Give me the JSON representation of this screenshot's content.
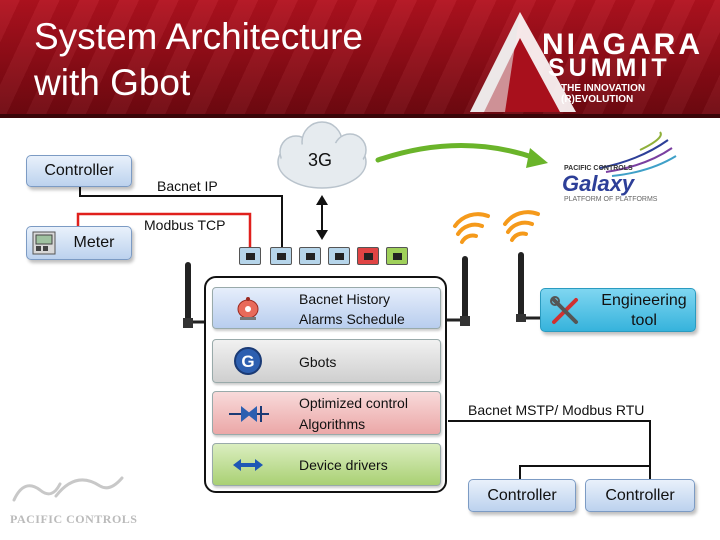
{
  "header": {
    "title_line1": "System Architecture",
    "title_line2": "with Gbot",
    "brand_line1": "NIAGARA",
    "brand_line2": "SUMMIT",
    "brand_tagline": "THE INNOVATION (R)EVOLUTION"
  },
  "cloud": {
    "label": "3G"
  },
  "devices": {
    "controller_top": "Controller",
    "meter": "Meter",
    "controller_bottom_left": "Controller",
    "controller_bottom_right": "Controller"
  },
  "links": {
    "bacnet_ip": "Bacnet IP",
    "modbus_tcp": "Modbus TCP",
    "bacnet_mstp": "Bacnet MSTP/ Modbus RTU"
  },
  "gbot_modules": [
    {
      "line1": "Bacnet History",
      "line2": "Alarms Schedule",
      "icon": "alarm-bell-icon"
    },
    {
      "line1": "Gbots",
      "line2": "",
      "icon": "gbot-logo-icon"
    },
    {
      "line1": "Optimized control",
      "line2": "Algorithms",
      "icon": "control-algorithm-icon"
    },
    {
      "line1": "Device drivers",
      "line2": "",
      "icon": "double-arrow-icon"
    }
  ],
  "engineering_tool": {
    "line1": "Engineering",
    "line2": "tool",
    "icon": "tools-icon"
  },
  "galaxy": {
    "small": "PACIFIC CONTROLS",
    "name": "Galaxy",
    "tagline": "PLATFORM OF PLATFORMS"
  },
  "footer_logo": "PACIFIC CONTROLS",
  "colors": {
    "header_red": "#a8101c",
    "module_blue": "#c6d8f0",
    "module_gray": "#d9d9d9",
    "module_red": "#f0b8b8",
    "module_green": "#b9d98a",
    "modbus_line": "#e0201c",
    "arrow_green": "#6ab42a",
    "wifi_orange": "#f59a1b"
  }
}
